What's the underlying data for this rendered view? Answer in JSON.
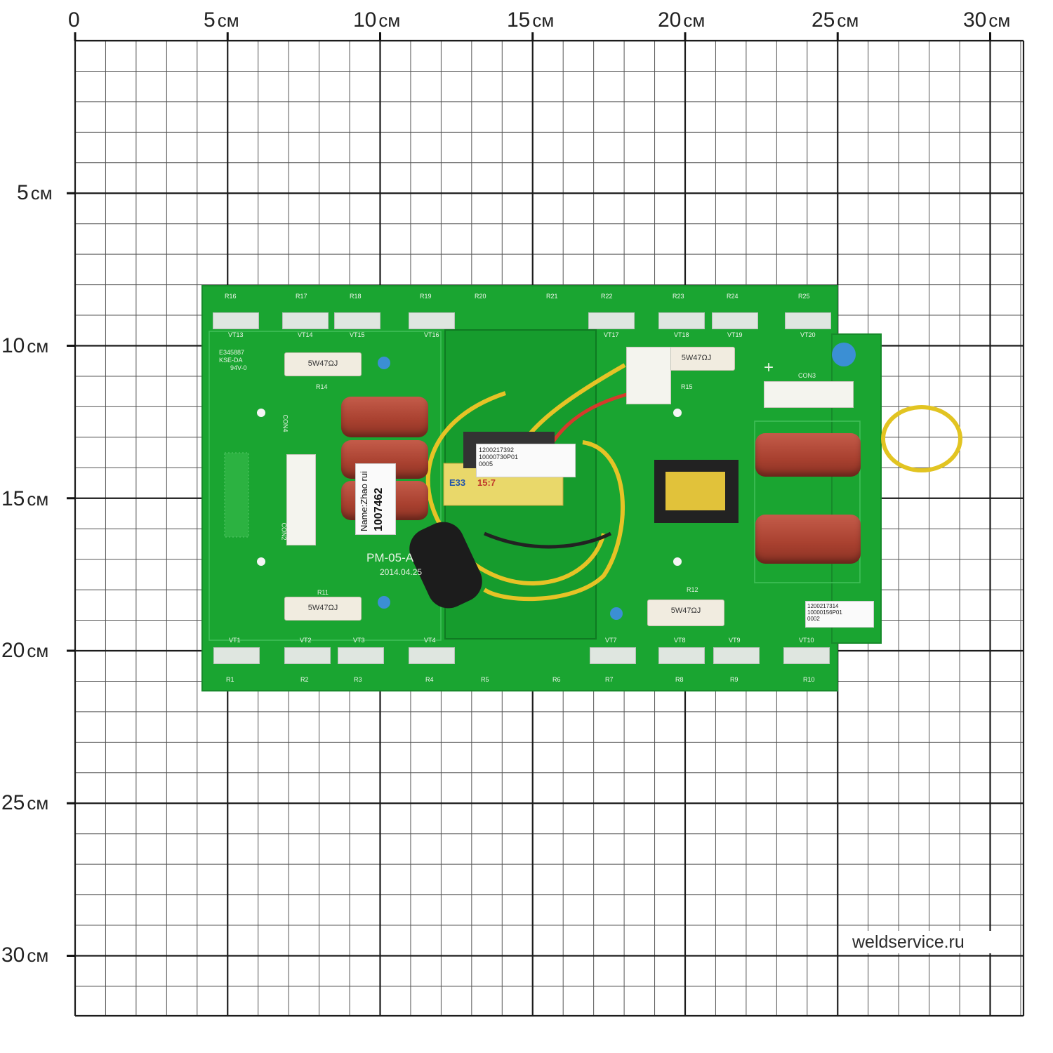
{
  "ruler": {
    "unit": "см",
    "x_labels": [
      "0",
      "5",
      "10",
      "15",
      "20",
      "25",
      "30"
    ],
    "y_labels": [
      "5",
      "10",
      "15",
      "20",
      "25",
      "30"
    ]
  },
  "board": {
    "model": "PM-05-A",
    "date": "2014.04.25",
    "name_label": "Name:Zhao rui",
    "serial": "1007462",
    "ul_marking": "E345887",
    "ul_marking_2": "KSE-DA",
    "flammability": "94V-0",
    "transformer_label": "E33",
    "transformer_ratio": "15:7",
    "sticker_code_1": "1200217392",
    "sticker_code_2": "10000730P01",
    "sticker_code_3": "0005",
    "sticker_right_1": "1200217314",
    "sticker_right_2": "10000156P01",
    "sticker_right_3": "0002",
    "resistor_value": "5W47ΩJ",
    "plus_sign": "+",
    "top_resistors": [
      "R16",
      "R17",
      "R18",
      "R19",
      "R20",
      "R21",
      "R22",
      "R23",
      "R24",
      "R25"
    ],
    "top_transistors": [
      "VT13",
      "VT14",
      "VT15",
      "VT16",
      "VT17",
      "VT18",
      "VT19",
      "VT20"
    ],
    "bottom_resistors": [
      "R1",
      "R2",
      "R3",
      "R4",
      "R5",
      "R6",
      "R7",
      "R8",
      "R9",
      "R10"
    ],
    "bottom_transistors": [
      "VT1",
      "VT2",
      "VT3",
      "VT4",
      "VT7",
      "VT8",
      "VT9",
      "VT10"
    ],
    "power_resistor_refs": [
      "R14",
      "R15",
      "R11",
      "R12"
    ],
    "connector_refs": [
      "CON3",
      "CON4",
      "CON2"
    ]
  },
  "watermark": "weldservice.ru",
  "colors": {
    "pcb_green": "#1aa531",
    "grid_line": "#1c1c1c",
    "capacitor_red": "#b04a38"
  }
}
